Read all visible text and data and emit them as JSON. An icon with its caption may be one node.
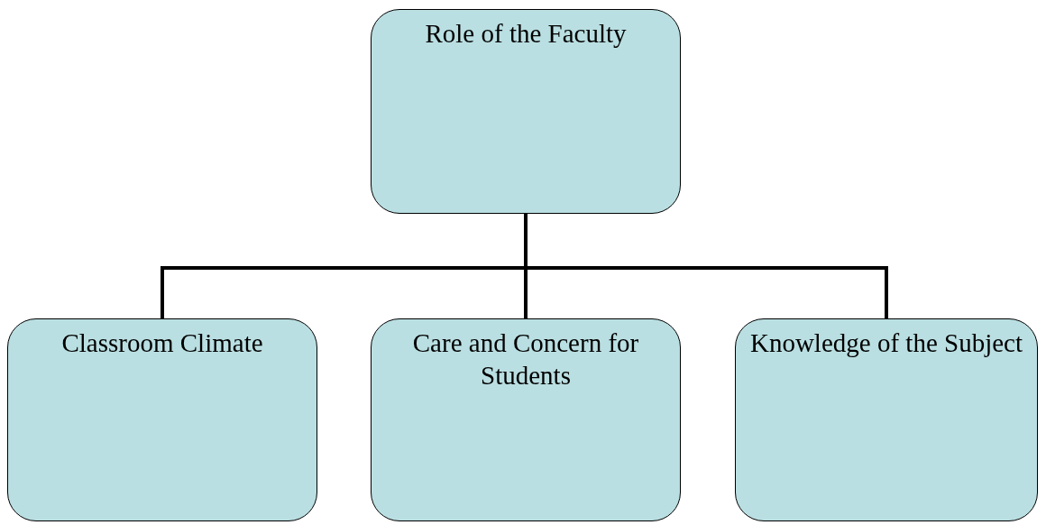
{
  "diagram": {
    "nodes": [
      {
        "text": [
          "Role of the Faculty"
        ]
      },
      {
        "text": [
          "Classroom Climate"
        ]
      },
      {
        "text": [
          "Care and Concern for Students"
        ]
      },
      {
        "text": [
          "Knowledge of the Subject"
        ]
      }
    ],
    "edges": [
      {
        "from": 0,
        "to": 1,
        "arrow": "none"
      },
      {
        "from": 0,
        "to": 2,
        "arrow": "none"
      },
      {
        "from": 0,
        "to": 3,
        "arrow": "none"
      }
    ]
  }
}
